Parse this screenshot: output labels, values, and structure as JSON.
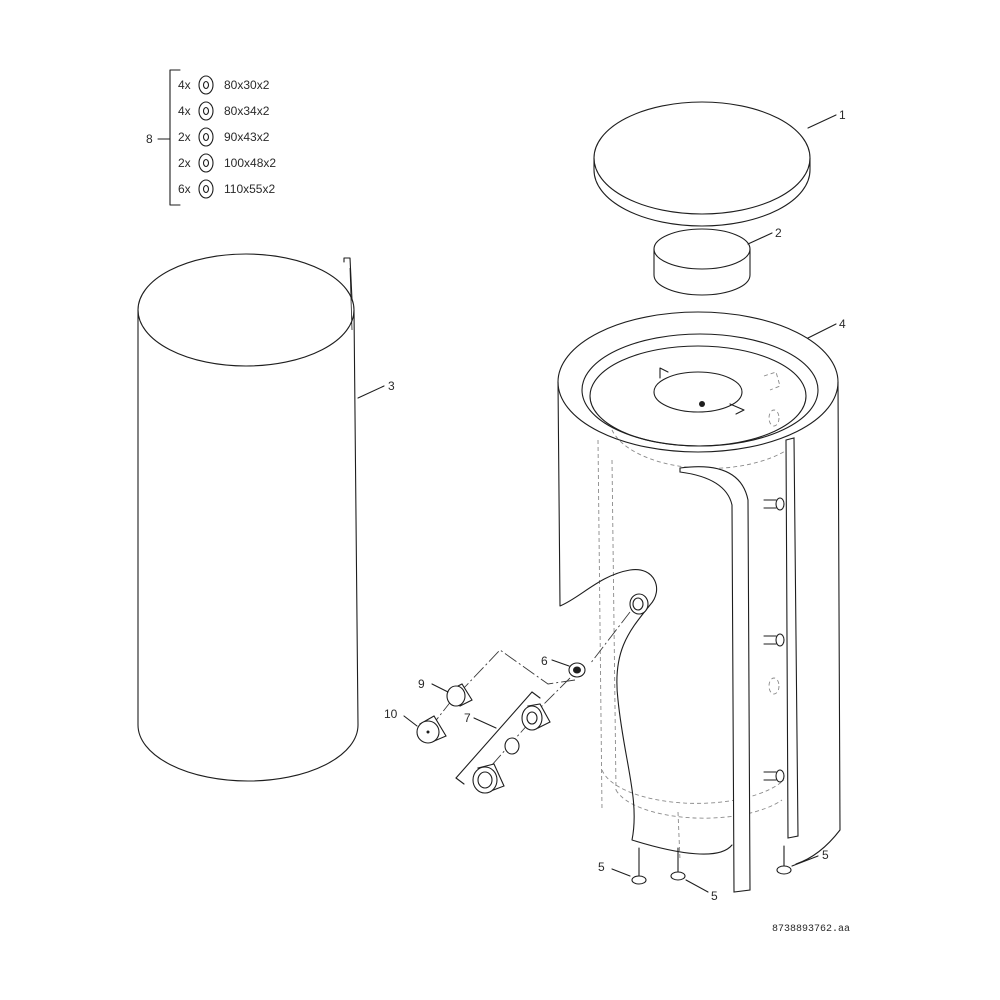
{
  "parts_kit": {
    "callout": "8",
    "rows": [
      {
        "qty": "4x",
        "size": "80x30x2"
      },
      {
        "qty": "4x",
        "size": "80x34x2"
      },
      {
        "qty": "2x",
        "size": "90x43x2"
      },
      {
        "qty": "2x",
        "size": "100x48x2"
      },
      {
        "qty": "6x",
        "size": "110x55x2"
      }
    ]
  },
  "callouts": {
    "c1": "1",
    "c2": "2",
    "c3": "3",
    "c4": "4",
    "c5a": "5",
    "c5b": "5",
    "c5c": "5",
    "c6": "6",
    "c7": "7",
    "c9": "9",
    "c10": "10"
  },
  "drawing_number": "8738893762.aa"
}
